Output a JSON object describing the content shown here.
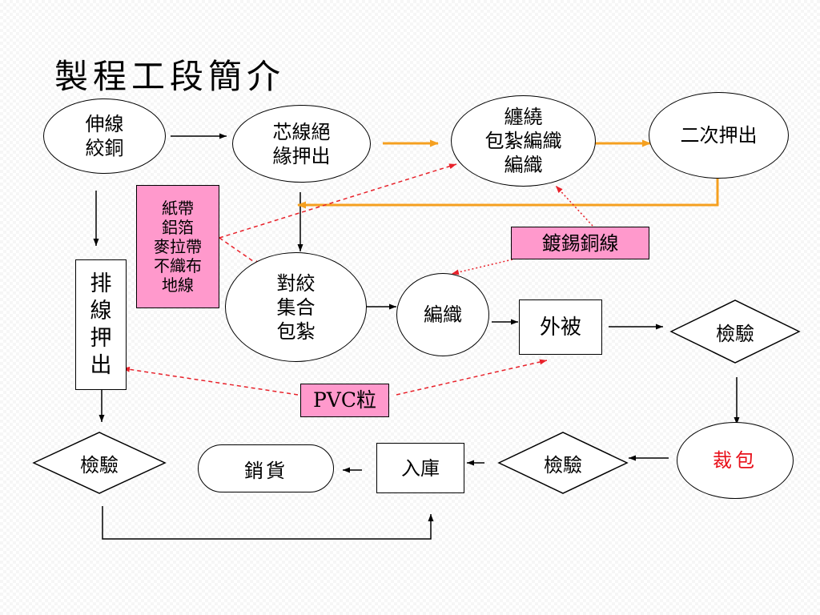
{
  "title": "製程工段簡介",
  "nodes": {
    "stretch_stranding": "伸線\n絞銅",
    "core_insulation_extrusion": "芯線絕\n緣押出",
    "wrap_braid": "纏繞\n包紮編織\n編織",
    "secondary_extrusion": "二次押出",
    "materials": "紙帶\n鋁箔\n麥拉帶\n不織布\n地線",
    "tinned_copper_wire": "鍍錫銅線",
    "row_extrusion": "排\n線\n押\n出",
    "twist_assemble_wrap": "對絞\n集合\n包紮",
    "braiding": "編織",
    "jacket": "外被",
    "inspection_right": "檢驗",
    "pvc_pellets": "PVC粒",
    "inspection_left": "檢驗",
    "sales": "銷貨",
    "warehousing": "入庫",
    "inspection_bottom": "檢驗",
    "cut_pack": "裁包"
  },
  "colors": {
    "orange_arrow": "#f5a020",
    "red_dashed": "#e8212a",
    "pink_fill": "#ff99cc",
    "cut_pack_text": "#e8101a"
  }
}
